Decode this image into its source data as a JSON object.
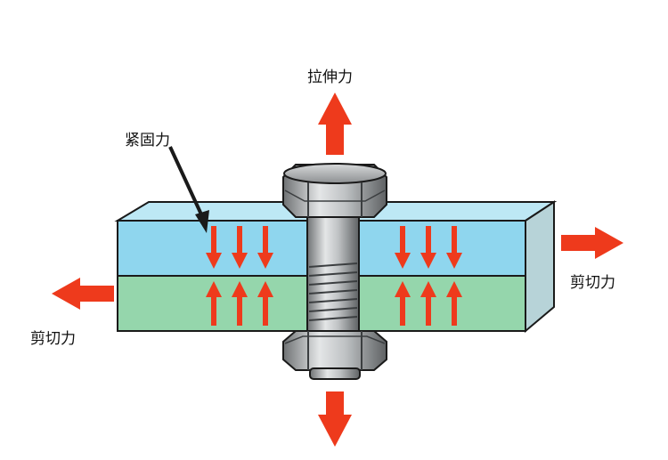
{
  "labels": {
    "tensile_force": "拉伸力",
    "clamping_force": "紧固力",
    "shear_force_right": "剪切力",
    "shear_force_left": "剪切力"
  },
  "colors": {
    "arrow_red": "#ee3a1c",
    "upper_plate": "#8fd6ee",
    "lower_plate": "#95d6ac",
    "bolt_metal": "#b9bcbe",
    "outline": "#1a1a1a"
  }
}
